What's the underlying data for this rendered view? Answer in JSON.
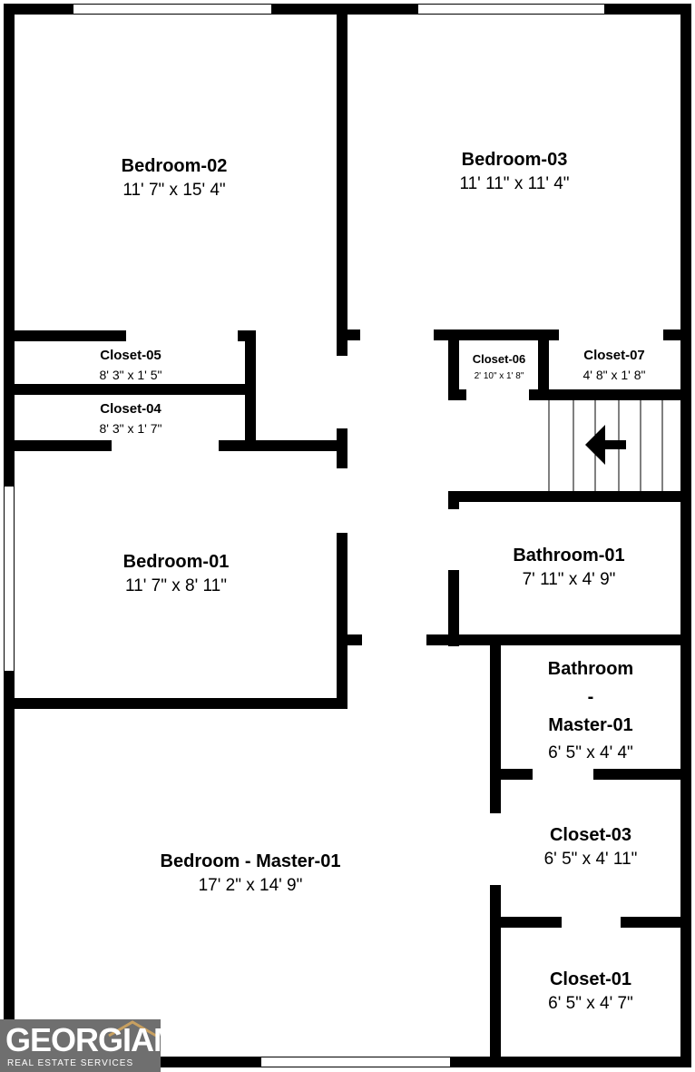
{
  "rooms": {
    "bedroom_02": {
      "name": "Bedroom-02",
      "dims": "11' 7\" x 15' 4\""
    },
    "bedroom_03": {
      "name": "Bedroom-03",
      "dims": "11' 11\" x 11' 4\""
    },
    "closet_05": {
      "name": "Closet-05",
      "dims": "8' 3\" x 1' 5\""
    },
    "closet_04": {
      "name": "Closet-04",
      "dims": "8' 3\" x 1' 7\""
    },
    "closet_06": {
      "name": "Closet-06",
      "dims": "2' 10\" x 1' 8\""
    },
    "closet_07": {
      "name": "Closet-07",
      "dims": "4' 8\" x 1' 8\""
    },
    "bedroom_01": {
      "name": "Bedroom-01",
      "dims": "11' 7\" x 8' 11\""
    },
    "bathroom_01": {
      "name": "Bathroom-01",
      "dims": "7' 11\" x 4' 9\""
    },
    "bathroom_master_01": {
      "name_line1": "Bathroom",
      "name_line2": "-",
      "name_line3": "Master-01",
      "dims": "6' 5\" x 4' 4\""
    },
    "bedroom_master_01": {
      "name": "Bedroom - Master-01",
      "dims": "17' 2\" x 14' 9\""
    },
    "closet_03": {
      "name": "Closet-03",
      "dims": "6' 5\" x 4' 11\""
    },
    "closet_01": {
      "name": "Closet-01",
      "dims": "6' 5\" x 4' 7\""
    }
  },
  "logo": {
    "brand": "GEORGIAMLS",
    "tagline": "REAL ESTATE SERVICES"
  },
  "colors": {
    "wall": "#000000",
    "background": "#ffffff",
    "logo_bg": "#6f6f6f",
    "logo_accent": "#c8a060"
  },
  "icons": {
    "stairs_arrow": "arrow-left-icon"
  }
}
